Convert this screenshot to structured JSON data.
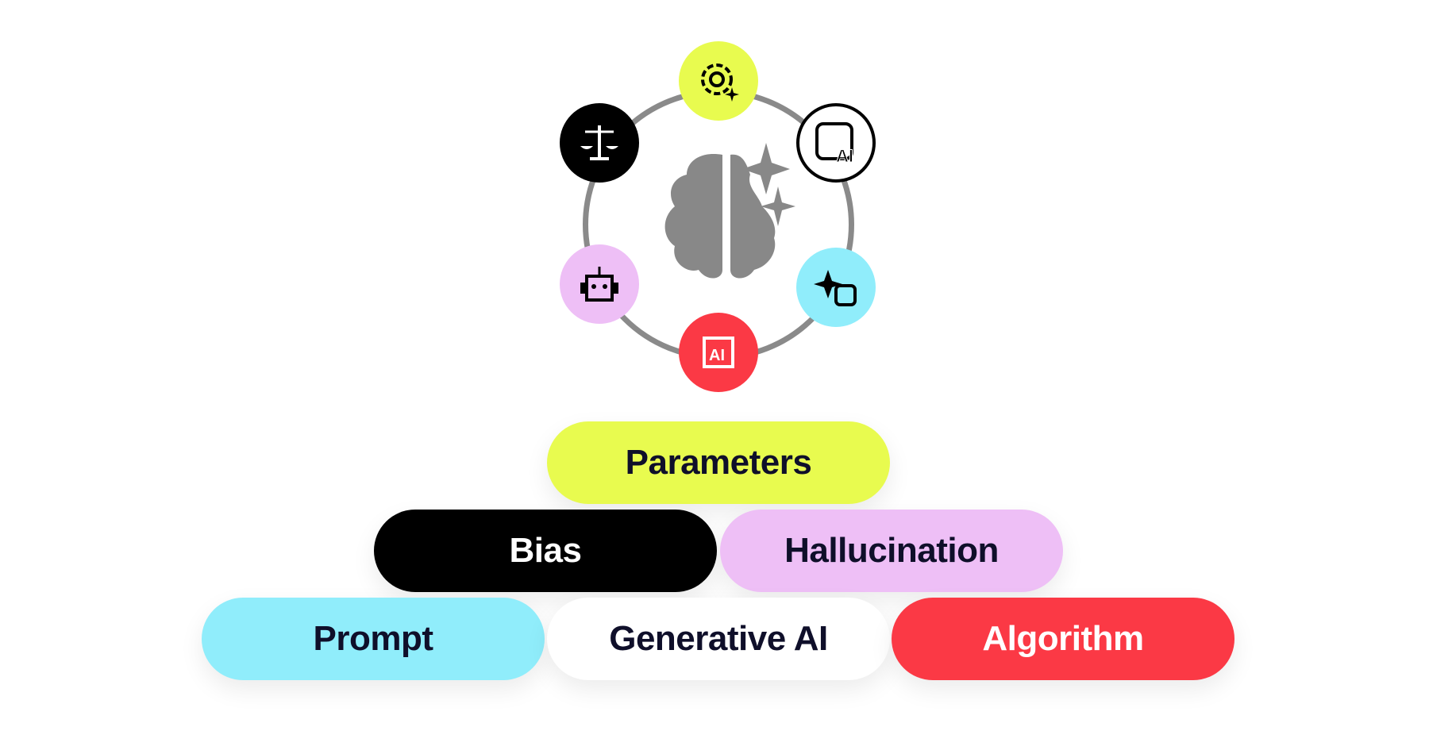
{
  "diagram": {
    "center_icon": "brain-sparkle-icon",
    "nodes": [
      {
        "icon": "gear-sparkle-icon",
        "color": "#E8FB4F"
      },
      {
        "icon": "ai-image-icon",
        "color": "#FFFFFF"
      },
      {
        "icon": "ai-text-sparkle-icon",
        "color": "#90EDFB"
      },
      {
        "icon": "ai-chip-icon",
        "color": "#FB3945"
      },
      {
        "icon": "robot-icon",
        "color": "#EEBFF6"
      },
      {
        "icon": "scales-icon",
        "color": "#000000"
      }
    ],
    "pills": [
      {
        "label": "Parameters",
        "bg": "#E8FB4F",
        "fg": "#0F0F2A"
      },
      {
        "label": "Bias",
        "bg": "#000000",
        "fg": "#FFFFFF"
      },
      {
        "label": "Hallucination",
        "bg": "#EEBFF6",
        "fg": "#0F0F2A"
      },
      {
        "label": "Prompt",
        "bg": "#90EDFB",
        "fg": "#0F0F2A"
      },
      {
        "label": "Generative AI",
        "bg": "#FFFFFF",
        "fg": "#0F0F2A"
      },
      {
        "label": "Algorithm",
        "bg": "#FB3945",
        "fg": "#FFFFFF"
      }
    ]
  }
}
